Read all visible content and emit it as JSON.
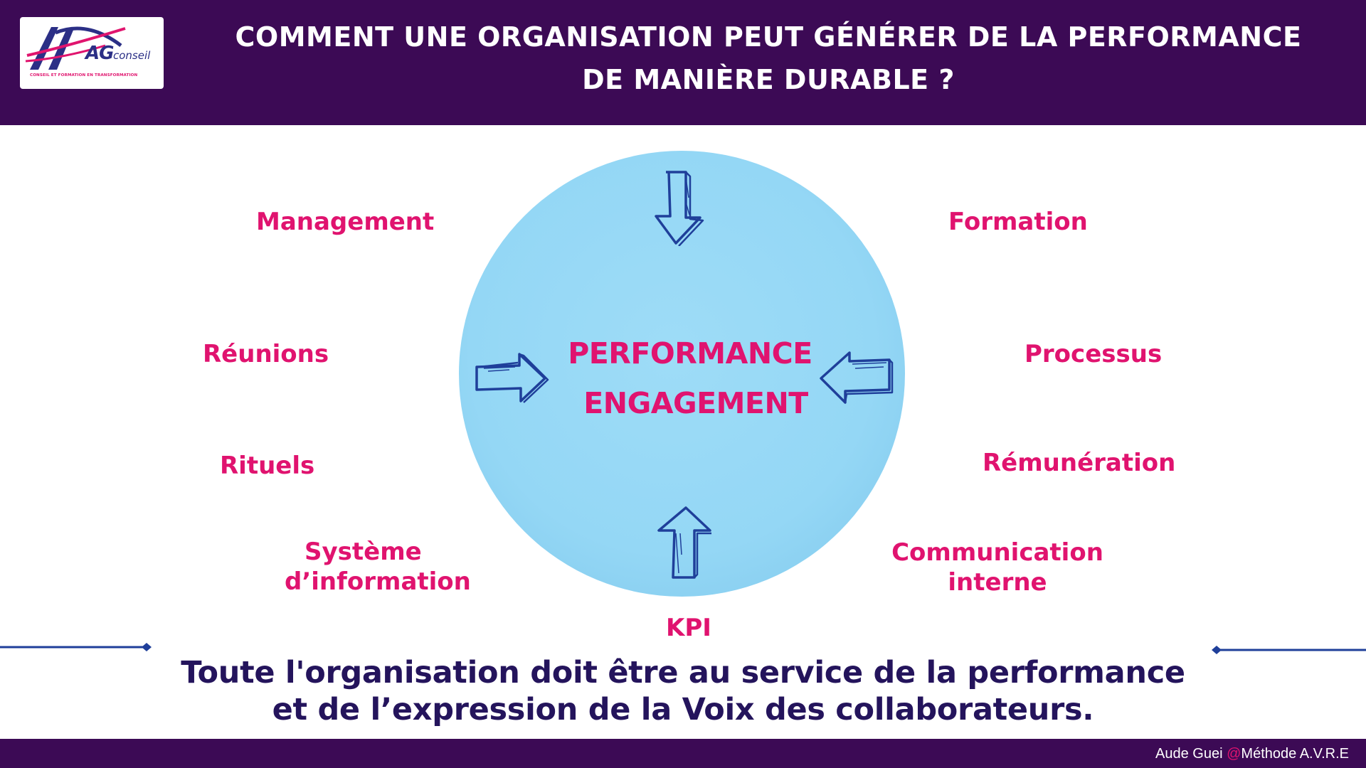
{
  "logo": {
    "brand_initials": "AG",
    "brand_word": "conseil",
    "tagline": "CONSEIL ET FORMATION EN TRANSFORMATION",
    "colors": {
      "navy": "#2b2f86",
      "pink": "#e0146e"
    }
  },
  "header": {
    "title_line1": "COMMENT UNE ORGANISATION PEUT GÉNÉRER DE LA PERFORMANCE",
    "title_line2": "DE MANIÈRE DURABLE ?",
    "background": "#3c0a55"
  },
  "diagram": {
    "center_line1": "PERFORMANCE",
    "center_line2": "ENGAGEMENT",
    "left_factors": [
      "Management",
      "Réunions",
      "Rituels",
      "Système",
      "d’information"
    ],
    "right_factors": [
      "Formation",
      "Processus",
      "Rémunération",
      "Communication",
      "interne"
    ],
    "bottom_factor": "KPI",
    "arrows": [
      "arrow-down-icon",
      "arrow-right-icon",
      "arrow-left-icon",
      "arrow-up-icon"
    ],
    "colors": {
      "circle": "#94d7f5",
      "accent": "#e0136f",
      "arrow": "#1f3f9a"
    }
  },
  "conclusion": {
    "line1": "Toute l'organisation doit être au service de la performance",
    "line2": "et de l’expression de la Voix des collaborateurs.",
    "color": "#24145c"
  },
  "footer": {
    "author": "Aude Guei",
    "at": "@",
    "method": "Méthode A.V.R.E"
  }
}
